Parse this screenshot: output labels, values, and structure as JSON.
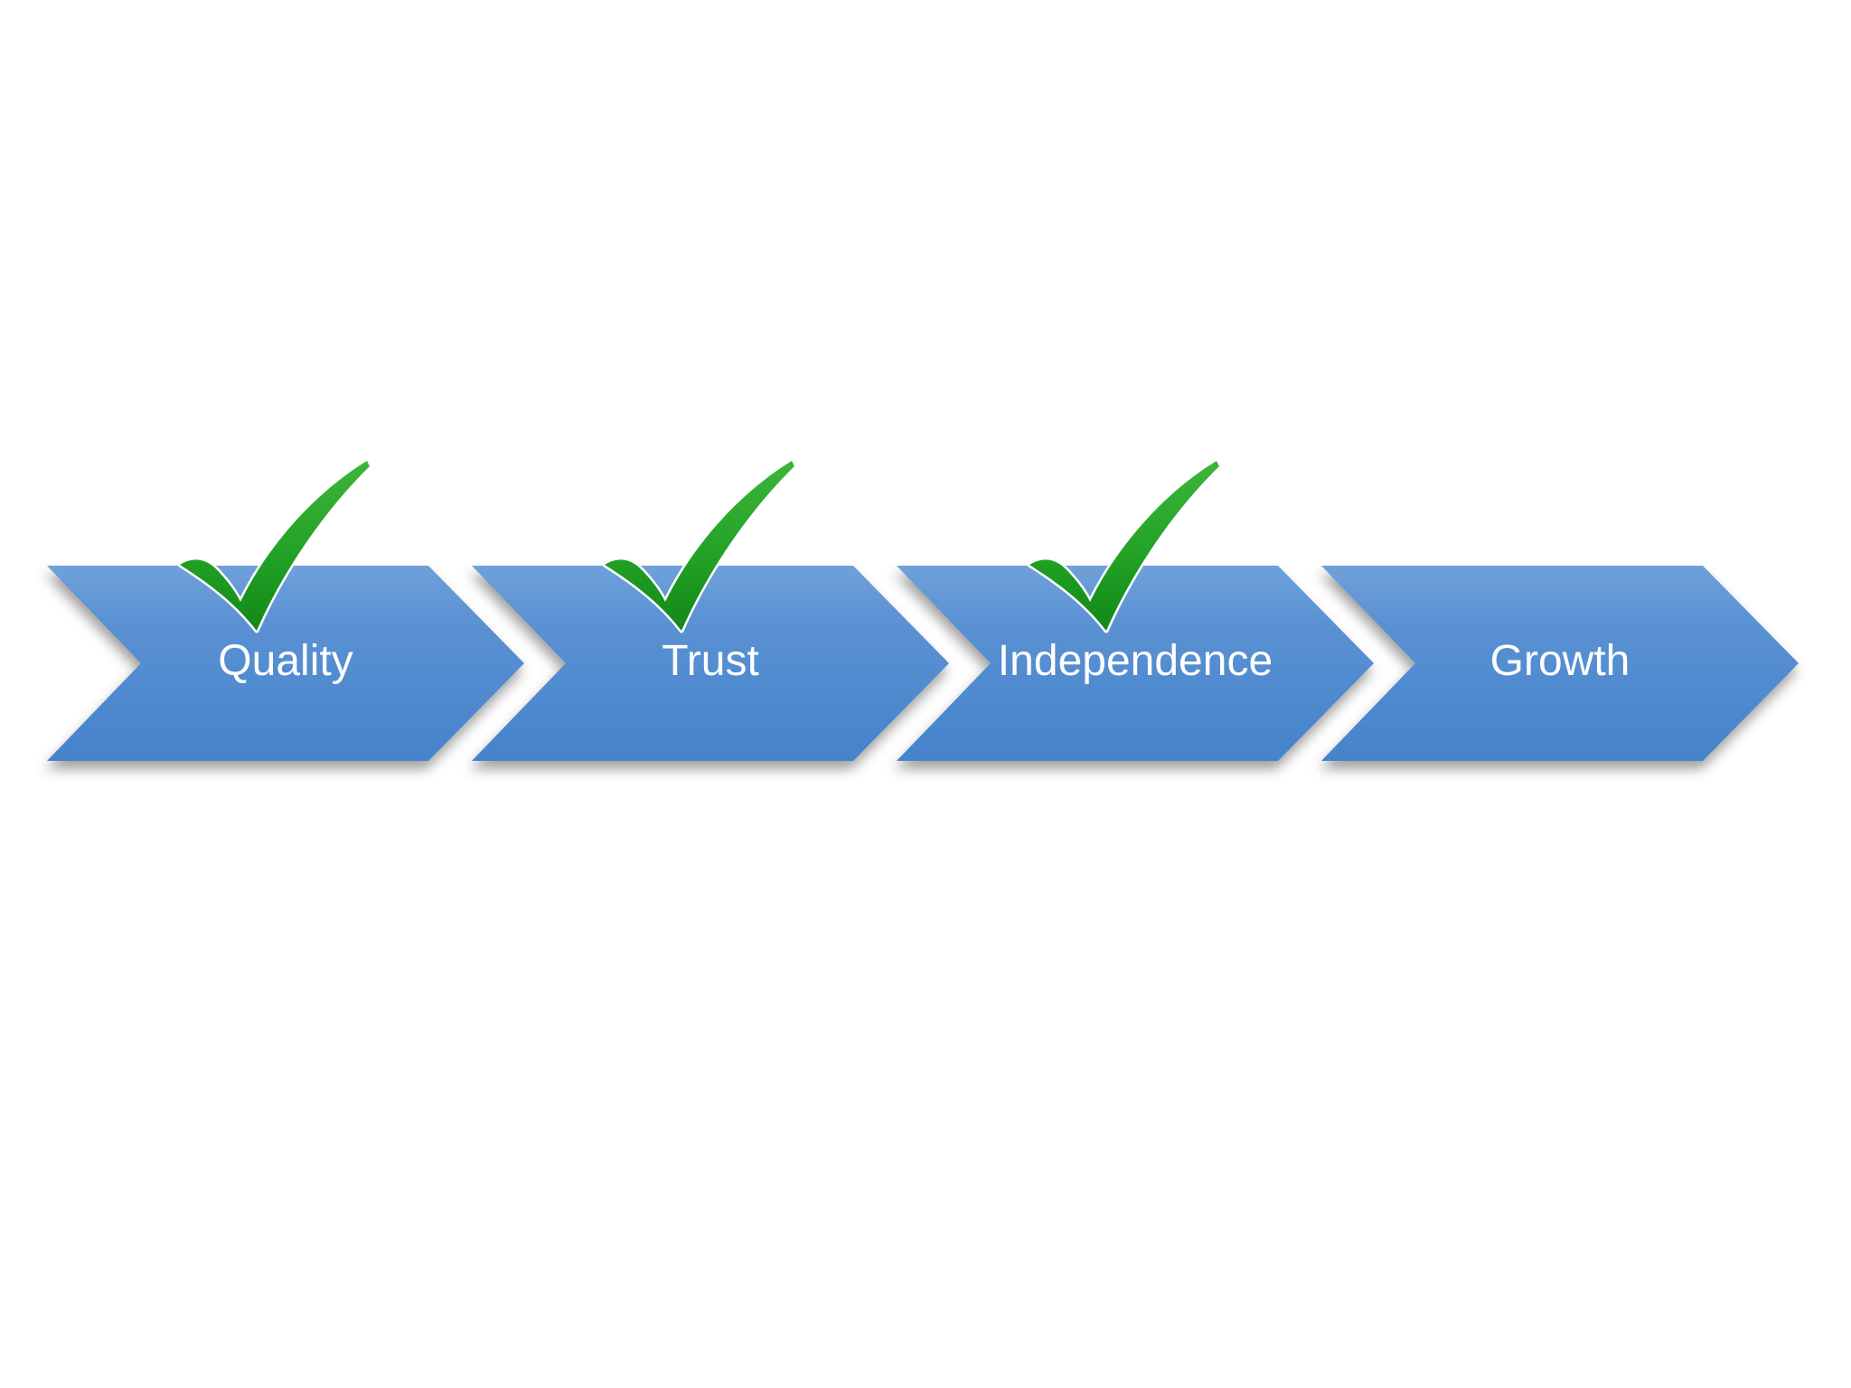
{
  "diagram": {
    "type": "process-chevron-flow",
    "steps": [
      {
        "label": "Quality",
        "checked": true
      },
      {
        "label": "Trust",
        "checked": true
      },
      {
        "label": "Independence",
        "checked": true
      },
      {
        "label": "Growth",
        "checked": false
      }
    ],
    "check_icon": "green-checkmark",
    "colors": {
      "background": "#ffffff",
      "arrow_fill_top": "#6fa0da",
      "arrow_fill_mid": "#5a91d3",
      "arrow_fill_bottom": "#4583cb",
      "label_text": "#ffffff",
      "check_green_light": "#3eb43b",
      "check_green_mid": "#22a226",
      "check_green_dark": "#148818",
      "check_outline": "#ffffff"
    }
  }
}
